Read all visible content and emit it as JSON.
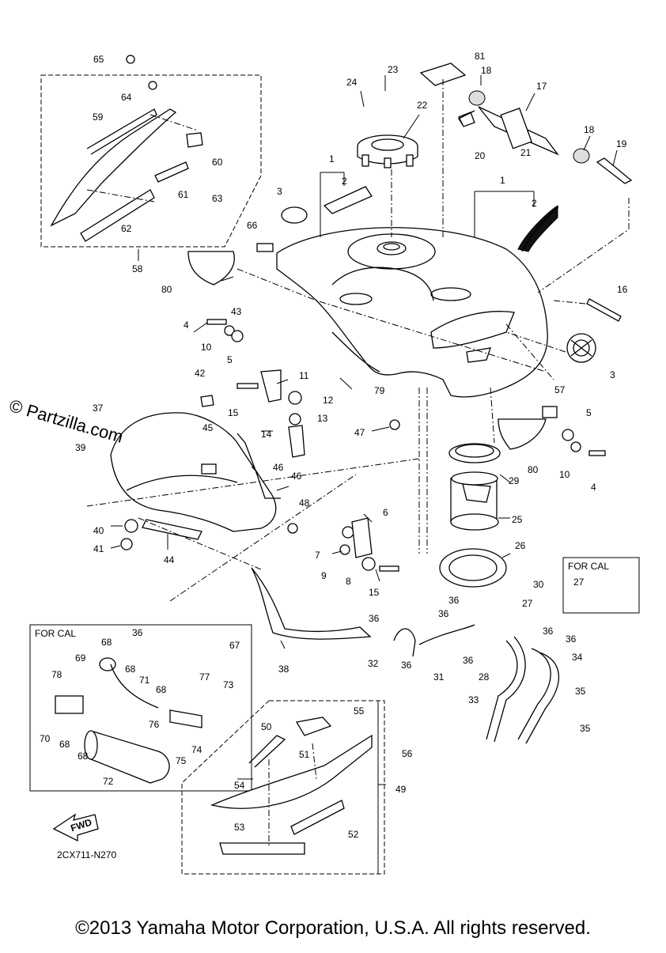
{
  "labels": [
    "65",
    "64",
    "59",
    "60",
    "61",
    "63",
    "62",
    "58",
    "24",
    "23",
    "22",
    "81",
    "18",
    "17",
    "20",
    "21",
    "18",
    "19",
    "1",
    "2",
    "3",
    "66",
    "1",
    "2",
    "80",
    "16",
    "43",
    "4",
    "10",
    "5",
    "3",
    "42",
    "11",
    "12",
    "79",
    "37",
    "15",
    "13",
    "45",
    "14",
    "47",
    "57",
    "5",
    "39",
    "46",
    "10",
    "46",
    "4",
    "48",
    "29",
    "80",
    "40",
    "6",
    "41",
    "44",
    "25",
    "7",
    "9",
    "8",
    "15",
    "26",
    "30",
    "FOR CAL",
    "27",
    "36",
    "36",
    "36",
    "27",
    "36",
    "36",
    "67",
    "36",
    "34",
    "68",
    "32",
    "36",
    "31",
    "36",
    "28",
    "69",
    "68",
    "77",
    "71",
    "73",
    "33",
    "35",
    "78",
    "68",
    "38",
    "55",
    "50",
    "70",
    "76",
    "68",
    "68",
    "51",
    "56",
    "35",
    "74",
    "75",
    "54",
    "49",
    "72",
    "52",
    "53",
    "2CX711-N270",
    "FOR CAL"
  ],
  "fwd_arrow": "FWD",
  "watermark": "© Partzilla.com",
  "copyright": "©2013 Yamaha Motor Corporation, U.S.A. All rights reserved."
}
